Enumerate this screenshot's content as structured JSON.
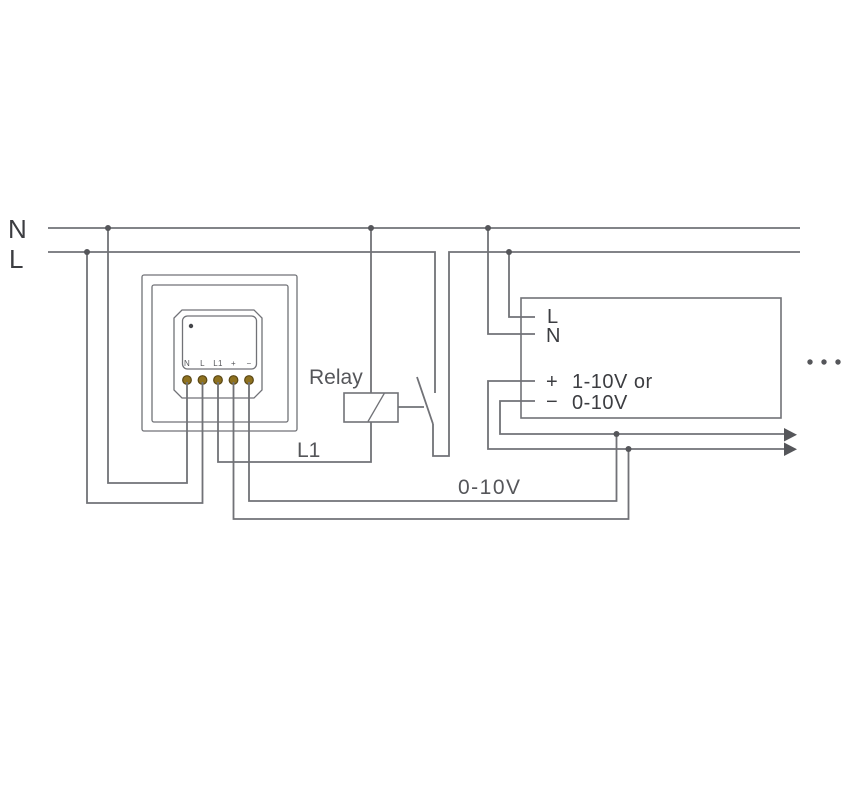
{
  "labels": {
    "bus_n": "N",
    "bus_l": "L",
    "relay": "Relay",
    "l1": "L1",
    "control": "0-10V"
  },
  "module": {
    "terminals": [
      "N",
      "L",
      "L1",
      "+",
      "−"
    ]
  },
  "driver": {
    "terminal_l": "L",
    "terminal_n": "N",
    "plus": "+",
    "dim_line1": "1-10V or",
    "minus": "−",
    "dim_line2": "0-10V"
  },
  "icons": {
    "ellipsis": "more-loads-ellipsis",
    "output_arrows": "output-arrow-right"
  },
  "colors": {
    "wire": "#717277",
    "text_dark": "#3c3d41",
    "text_gray": "#55565a",
    "terminal_gold": "#8e711f",
    "terminal_ring": "#5a4715",
    "dot": "#55565a",
    "background": "#ffffff"
  }
}
